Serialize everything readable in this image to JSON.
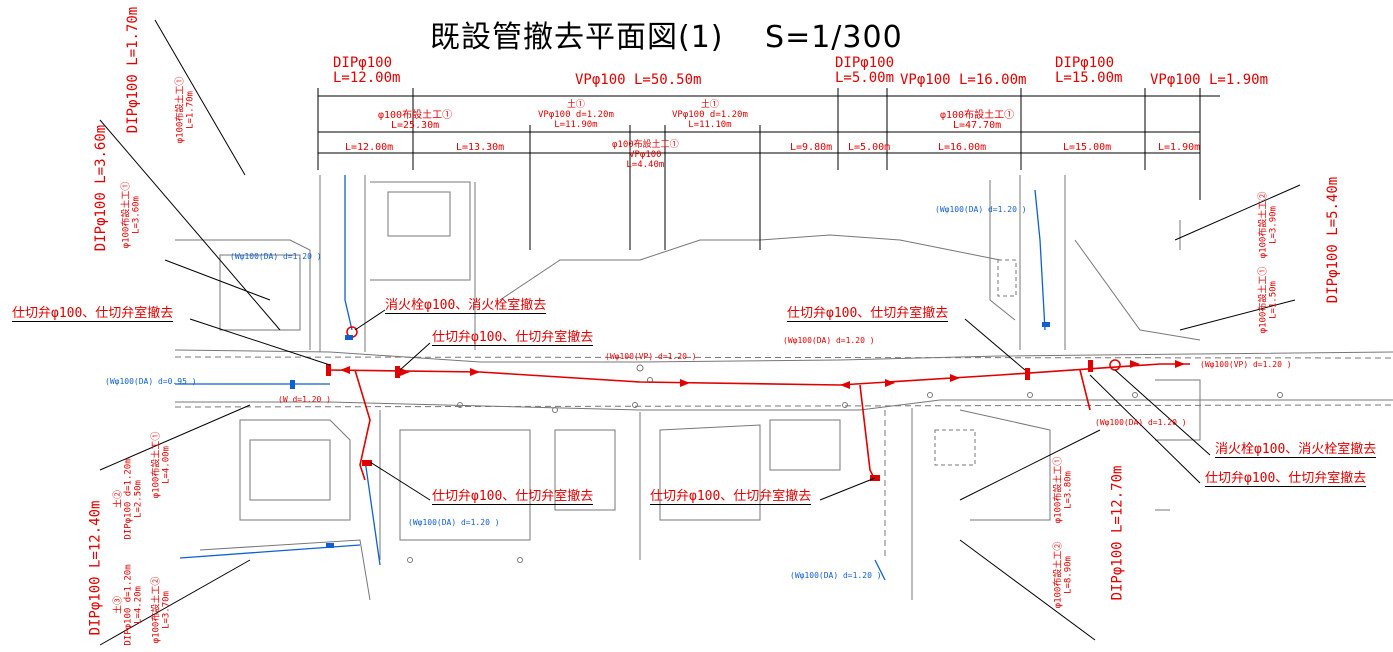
{
  "title": "既設管撤去平面図(1)　 S=1/300",
  "top_segments": [
    {
      "name": "DIPφ100",
      "len": "L=12.00m"
    },
    {
      "name": "",
      "len": "VPφ100 L=50.50m"
    },
    {
      "name": "DIPφ100",
      "len": "L=5.00m"
    },
    {
      "name": "",
      "len": "VPφ100 L=16.00m"
    },
    {
      "name": "DIPφ100",
      "len": "L=15.00m"
    },
    {
      "name": "",
      "len": "VPφ100 L=1.90m"
    }
  ],
  "work_row": [
    {
      "t1": "φ100布設土工①",
      "t2": "L=25.30m"
    },
    {
      "t1": "土①",
      "t2": "VPφ100 d=1.20m",
      "t3": "L=11.90m"
    },
    {
      "t1": "土①",
      "t2": "VPφ100 d=1.20m",
      "t3": "L=11.10m"
    },
    {
      "t1": "φ100布設土工①",
      "t2": "L=47.70m"
    }
  ],
  "center_work": {
    "t1": "φ100布設土工①",
    "t2": "VPφ100",
    "t3": "L=4.40m"
  },
  "detail_row": [
    "L=12.00m",
    "L=13.30m",
    "L=9.80m",
    "L=5.00m",
    "L=16.00m",
    "L=15.00m",
    "L=1.90m"
  ],
  "left_dims": [
    {
      "main": "DIPφ100 L=1.70m",
      "sub": "φ100布設土工①",
      "sub2": "L=1.70m"
    },
    {
      "main": "DIPφ100 L=3.60m",
      "sub": "φ100布設土工①",
      "sub2": "L=3.60m"
    },
    {
      "main": "DIPφ100 L=12.40m"
    }
  ],
  "left_lower": {
    "a1": "土②",
    "a2": "DIPφ100 d=1.20m",
    "a3": "L=2.50m",
    "b1": "φ100布設土工①",
    "b2": "L=4.00m",
    "c1": "土③",
    "c2": "DIPφ100 d=1.20m",
    "c3": "L=4.20m",
    "d1": "φ100布設土工②",
    "d2": "L=3.70m"
  },
  "right_dims": {
    "main1": "DIPφ100 L=5.40m",
    "s1": "φ100布設土工②",
    "s1b": "L=3.90m",
    "s2": "φ100布設土工①",
    "s2b": "L=1.50m",
    "main2": "DIPφ100 L=12.70m",
    "s3": "φ100布設土工①",
    "s3b": "L=3.80m",
    "s4": "φ100布設土工②",
    "s4b": "L=8.90m"
  },
  "callouts": {
    "valve_left": "仕切弁φ100、仕切弁室撤去",
    "hydrant_left": "消火栓φ100、消火栓室撤去",
    "valve_left2": "仕切弁φ100、仕切弁室撤去",
    "valve_center_top": "仕切弁φ100、仕切弁室撤去",
    "valve_bottom_left": "仕切弁φ100、仕切弁室撤去",
    "valve_bottom_mid": "仕切弁φ100、仕切弁室撤去",
    "hydrant_right": "消火栓φ100、消火栓室撤去",
    "valve_right": "仕切弁φ100、仕切弁室撤去"
  },
  "pipe_labels": {
    "main_vp": "(Wφ100(VP) d=1.20 )",
    "right_vp": "(Wφ100(VP) d=1.20 )",
    "w_da_1": "(Wφ100(DA) d=1.20 )",
    "w_da_2": "(Wφ100(DA) d=1.20 )",
    "w_da_3": "(Wφ100(DA) d=1.20 )",
    "w_da_4": "(Wφ100(DA) d=1.20 )",
    "w_da_5": "(Wφ100(DA) d=1.20 )",
    "w_da_6": "(Wφ100(DA) d=1.20 )",
    "w_da_left": "(Wφ100(DA) d=0.95 )",
    "w_left": "(W d=1.20 )"
  },
  "colors": {
    "removal": "#e00000",
    "existing_pipe": "#1060d0",
    "base": "#808080"
  }
}
